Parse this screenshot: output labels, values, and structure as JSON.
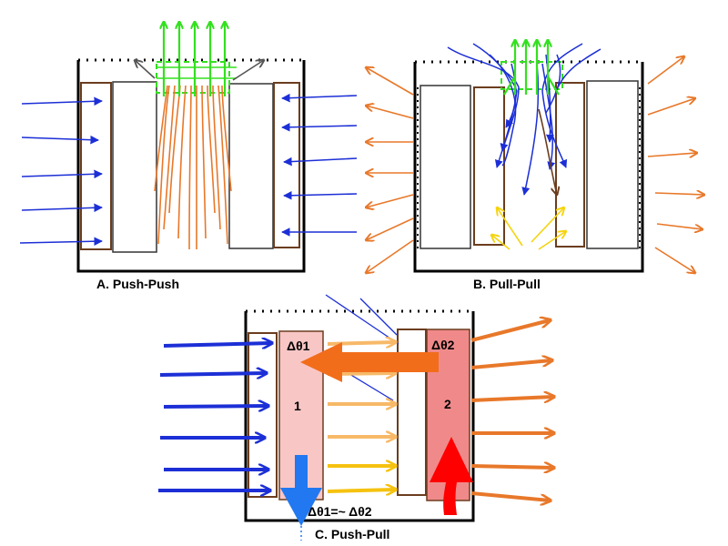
{
  "panels": {
    "a": {
      "caption": "A.  Push-Push"
    },
    "b": {
      "caption": "B.  Pull-Pull"
    },
    "c": {
      "caption": "C.  Push-Pull",
      "delta1": "Δθ1",
      "delta2": "Δθ2",
      "block1": "1",
      "block2": "2",
      "equation": "Δθ1=~ Δθ2"
    }
  },
  "colors": {
    "blue_arrow": "#1c2fd6",
    "orange_arrow": "#e8782a",
    "green_arrow": "#33e01f",
    "brown_plate": "#6b3d1e",
    "yellow_arrow": "#f5d40f",
    "light_orange_arrow": "#f7b968",
    "pink_block": "#f9c6c6",
    "red_block": "#f08a8a",
    "red_arrow": "#ff0000",
    "gray_arrow": "#555555"
  },
  "icons": {
    "heat_in": "blue-arrow-icon",
    "heat_out": "orange-arrow-icon",
    "flow_out": "green-arrow-icon",
    "transfer_up": "red-arrow-icon",
    "transfer_down": "blue-down-arrow-icon"
  }
}
